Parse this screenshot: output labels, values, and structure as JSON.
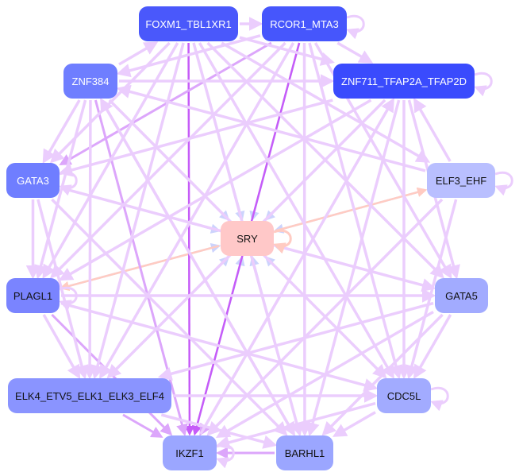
{
  "nodes": [
    {
      "id": "FOXM1_TBL1XR1",
      "color": "#4a58fb",
      "text_color": "#ffffff"
    },
    {
      "id": "RCOR1_MTA3",
      "color": "#4656fc",
      "text_color": "#ffffff"
    },
    {
      "id": "ZNF384",
      "color": "#6f7eff",
      "text_color": "#ffffff"
    },
    {
      "id": "ZNF711_TFAP2A_TFAP2D",
      "color": "#3a4bfd",
      "text_color": "#ffffff"
    },
    {
      "id": "GATA3",
      "color": "#6f7eff",
      "text_color": "#ffffff"
    },
    {
      "id": "ELF3_EHF",
      "color": "#b9bfff",
      "text_color": "#111111"
    },
    {
      "id": "SRY",
      "color": "#ffc8c8",
      "text_color": "#111111"
    },
    {
      "id": "PLAGL1",
      "color": "#7a84ff",
      "text_color": "#111111"
    },
    {
      "id": "GATA5",
      "color": "#a2abff",
      "text_color": "#111111"
    },
    {
      "id": "ELK4_ETV5_ELK1_ELK3_ELF4",
      "color": "#8a94ff",
      "text_color": "#111111"
    },
    {
      "id": "CDC5L",
      "color": "#a2abff",
      "text_color": "#111111"
    },
    {
      "id": "IKZF1",
      "color": "#9ba6ff",
      "text_color": "#111111"
    },
    {
      "id": "BARHL1",
      "color": "#9ba6ff",
      "text_color": "#111111"
    }
  ],
  "edge_colors": {
    "weak": "#ebcdfd",
    "mid": "#dca6fb",
    "strong": "#c65cf8",
    "blue": "#ccd3fd",
    "salmon": "#ffcbc2"
  },
  "edges": [
    [
      "FOXM1_TBL1XR1",
      "SRY",
      "blue"
    ],
    [
      "RCOR1_MTA3",
      "SRY",
      "blue"
    ],
    [
      "ZNF384",
      "SRY",
      "blue"
    ],
    [
      "ZNF711_TFAP2A_TFAP2D",
      "SRY",
      "blue"
    ],
    [
      "GATA3",
      "SRY",
      "blue"
    ],
    [
      "ELF3_EHF",
      "SRY",
      "blue"
    ],
    [
      "GATA5",
      "SRY",
      "blue"
    ],
    [
      "CDC5L",
      "SRY",
      "blue"
    ],
    [
      "IKZF1",
      "SRY",
      "blue"
    ],
    [
      "BARHL1",
      "SRY",
      "blue"
    ],
    [
      "PLAGL1",
      "SRY",
      "blue"
    ],
    [
      "ELK4_ETV5_ELK1_ELK3_ELF4",
      "SRY",
      "blue"
    ],
    [
      "SRY",
      "ELF3_EHF",
      "salmon"
    ],
    [
      "SRY",
      "PLAGL1",
      "salmon"
    ],
    [
      "SRY",
      "ELK4_ETV5_ELK1_ELK3_ELF4",
      "salmon"
    ],
    [
      "RCOR1_MTA3",
      "IKZF1",
      "strong"
    ],
    [
      "FOXM1_TBL1XR1",
      "IKZF1",
      "strong"
    ],
    [
      "ZNF711_TFAP2A_TFAP2D",
      "IKZF1",
      "mid"
    ],
    [
      "ZNF384",
      "IKZF1",
      "mid"
    ],
    [
      "PLAGL1",
      "IKZF1",
      "mid"
    ],
    [
      "RCOR1_MTA3",
      "GATA3",
      "mid"
    ],
    [
      "ELK4_ETV5_ELK1_ELK3_ELF4",
      "IKZF1",
      "mid"
    ],
    [
      "BARHL1",
      "IKZF1",
      "mid"
    ],
    [
      "FOXM1_TBL1XR1",
      "RCOR1_MTA3",
      "weak"
    ],
    [
      "ZNF384",
      "FOXM1_TBL1XR1",
      "weak"
    ],
    [
      "ZNF384",
      "ZNF711_TFAP2A_TFAP2D",
      "weak"
    ],
    [
      "FOXM1_TBL1XR1",
      "ZNF711_TFAP2A_TFAP2D",
      "weak"
    ],
    [
      "RCOR1_MTA3",
      "ZNF711_TFAP2A_TFAP2D",
      "weak"
    ],
    [
      "RCOR1_MTA3",
      "ZNF384",
      "weak"
    ],
    [
      "FOXM1_TBL1XR1",
      "GATA3",
      "weak"
    ],
    [
      "FOXM1_TBL1XR1",
      "PLAGL1",
      "weak"
    ],
    [
      "FOXM1_TBL1XR1",
      "ELK4_ETV5_ELK1_ELK3_ELF4",
      "weak"
    ],
    [
      "FOXM1_TBL1XR1",
      "GATA5",
      "weak"
    ],
    [
      "FOXM1_TBL1XR1",
      "CDC5L",
      "weak"
    ],
    [
      "FOXM1_TBL1XR1",
      "BARHL1",
      "weak"
    ],
    [
      "FOXM1_TBL1XR1",
      "ELF3_EHF",
      "weak"
    ],
    [
      "RCOR1_MTA3",
      "PLAGL1",
      "weak"
    ],
    [
      "RCOR1_MTA3",
      "ELK4_ETV5_ELK1_ELK3_ELF4",
      "weak"
    ],
    [
      "RCOR1_MTA3",
      "BARHL1",
      "weak"
    ],
    [
      "RCOR1_MTA3",
      "CDC5L",
      "weak"
    ],
    [
      "RCOR1_MTA3",
      "GATA5",
      "weak"
    ],
    [
      "ZNF711_TFAP2A_TFAP2D",
      "GATA3",
      "weak"
    ],
    [
      "ZNF711_TFAP2A_TFAP2D",
      "ELK4_ETV5_ELK1_ELK3_ELF4",
      "weak"
    ],
    [
      "ZNF711_TFAP2A_TFAP2D",
      "CDC5L",
      "weak"
    ],
    [
      "ZNF711_TFAP2A_TFAP2D",
      "GATA5",
      "weak"
    ],
    [
      "ZNF711_TFAP2A_TFAP2D",
      "BARHL1",
      "weak"
    ],
    [
      "ZNF711_TFAP2A_TFAP2D",
      "PLAGL1",
      "weak"
    ],
    [
      "ELF3_EHF",
      "ZNF711_TFAP2A_TFAP2D",
      "weak"
    ],
    [
      "ELF3_EHF",
      "ZNF384",
      "weak"
    ],
    [
      "ELF3_EHF",
      "CDC5L",
      "weak"
    ],
    [
      "ELF3_EHF",
      "IKZF1",
      "weak"
    ],
    [
      "ZNF384",
      "GATA3",
      "weak"
    ],
    [
      "ZNF384",
      "PLAGL1",
      "weak"
    ],
    [
      "ZNF384",
      "ELK4_ETV5_ELK1_ELK3_ELF4",
      "weak"
    ],
    [
      "ZNF384",
      "CDC5L",
      "weak"
    ],
    [
      "ZNF384",
      "BARHL1",
      "weak"
    ],
    [
      "GATA3",
      "PLAGL1",
      "weak"
    ],
    [
      "GATA3",
      "ELK4_ETV5_ELK1_ELK3_ELF4",
      "weak"
    ],
    [
      "GATA3",
      "GATA5",
      "weak"
    ],
    [
      "GATA3",
      "BARHL1",
      "weak"
    ],
    [
      "PLAGL1",
      "GATA5",
      "weak"
    ],
    [
      "PLAGL1",
      "ELK4_ETV5_ELK1_ELK3_ELF4",
      "weak"
    ],
    [
      "PLAGL1",
      "CDC5L",
      "weak"
    ],
    [
      "GATA5",
      "CDC5L",
      "weak"
    ],
    [
      "GATA5",
      "ELK4_ETV5_ELK1_ELK3_ELF4",
      "weak"
    ],
    [
      "GATA5",
      "IKZF1",
      "weak"
    ],
    [
      "GATA5",
      "BARHL1",
      "weak"
    ],
    [
      "ELK4_ETV5_ELK1_ELK3_ELF4",
      "CDC5L",
      "weak"
    ],
    [
      "ELK4_ETV5_ELK1_ELK3_ELF4",
      "BARHL1",
      "weak"
    ],
    [
      "CDC5L",
      "IKZF1",
      "weak"
    ],
    [
      "CDC5L",
      "BARHL1",
      "weak"
    ],
    [
      "BARHL1",
      "ZNF384",
      "weak"
    ],
    [
      "IKZF1",
      "ZNF711_TFAP2A_TFAP2D",
      "weak"
    ]
  ],
  "self_loops": [
    "RCOR1_MTA3",
    "ZNF711_TFAP2A_TFAP2D",
    "GATA3",
    "ELF3_EHF",
    "SRY",
    "PLAGL1",
    "CDC5L",
    "IKZF1"
  ]
}
